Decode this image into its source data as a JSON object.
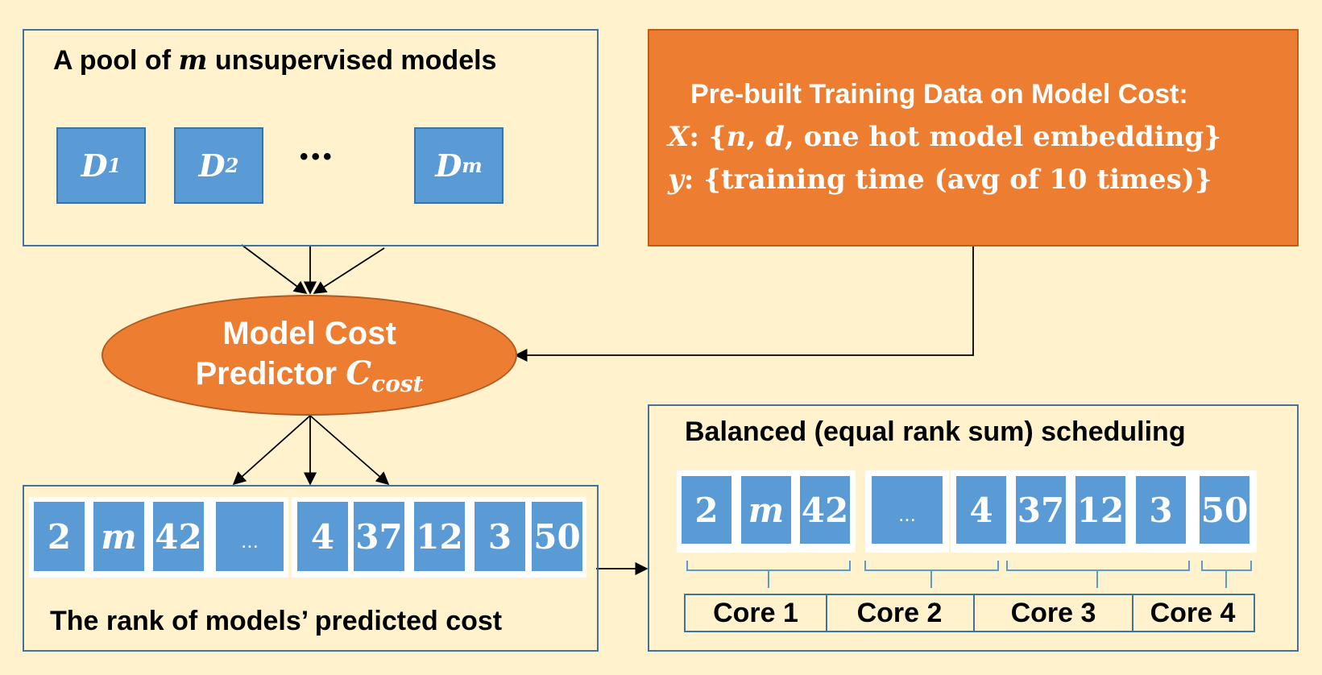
{
  "pool": {
    "title_prefix": "A pool of",
    "title_var": "m",
    "title_suffix": "unsupervised models",
    "models": [
      {
        "base": "D",
        "sub": "1"
      },
      {
        "base": "D",
        "sub": "2"
      },
      {
        "base": "D",
        "sub": "m"
      }
    ],
    "ellipsis": "•••"
  },
  "training": {
    "title": "Pre-built Training Data on Model Cost:",
    "x_var": "X",
    "x_prefix": ": {",
    "x_n": "n",
    "x_d": "d",
    "x_rest": ", one hot model embedding}",
    "y_var": "y",
    "y_text": ": {training time (avg of 10 times)}"
  },
  "predictor": {
    "line1": "Model Cost",
    "line2": "Predictor",
    "symbol": "C",
    "symbol_sub": "cost"
  },
  "rank": {
    "title": "The rank of models’ predicted cost",
    "cells": [
      "2",
      "m",
      "42",
      "...",
      "4",
      "37",
      "12",
      "3",
      "50"
    ]
  },
  "schedule": {
    "title": "Balanced (equal rank sum) scheduling",
    "cells": [
      "2",
      "m",
      "42",
      "...",
      "4",
      "37",
      "12",
      "3",
      "50"
    ],
    "cores": [
      "Core 1",
      "Core 2",
      "Core 3",
      "Core 4"
    ]
  },
  "colors": {
    "background": "#FFF2CC",
    "orange": "#ED7D31",
    "blue": "#5B9BD5",
    "border": "#41719C"
  }
}
